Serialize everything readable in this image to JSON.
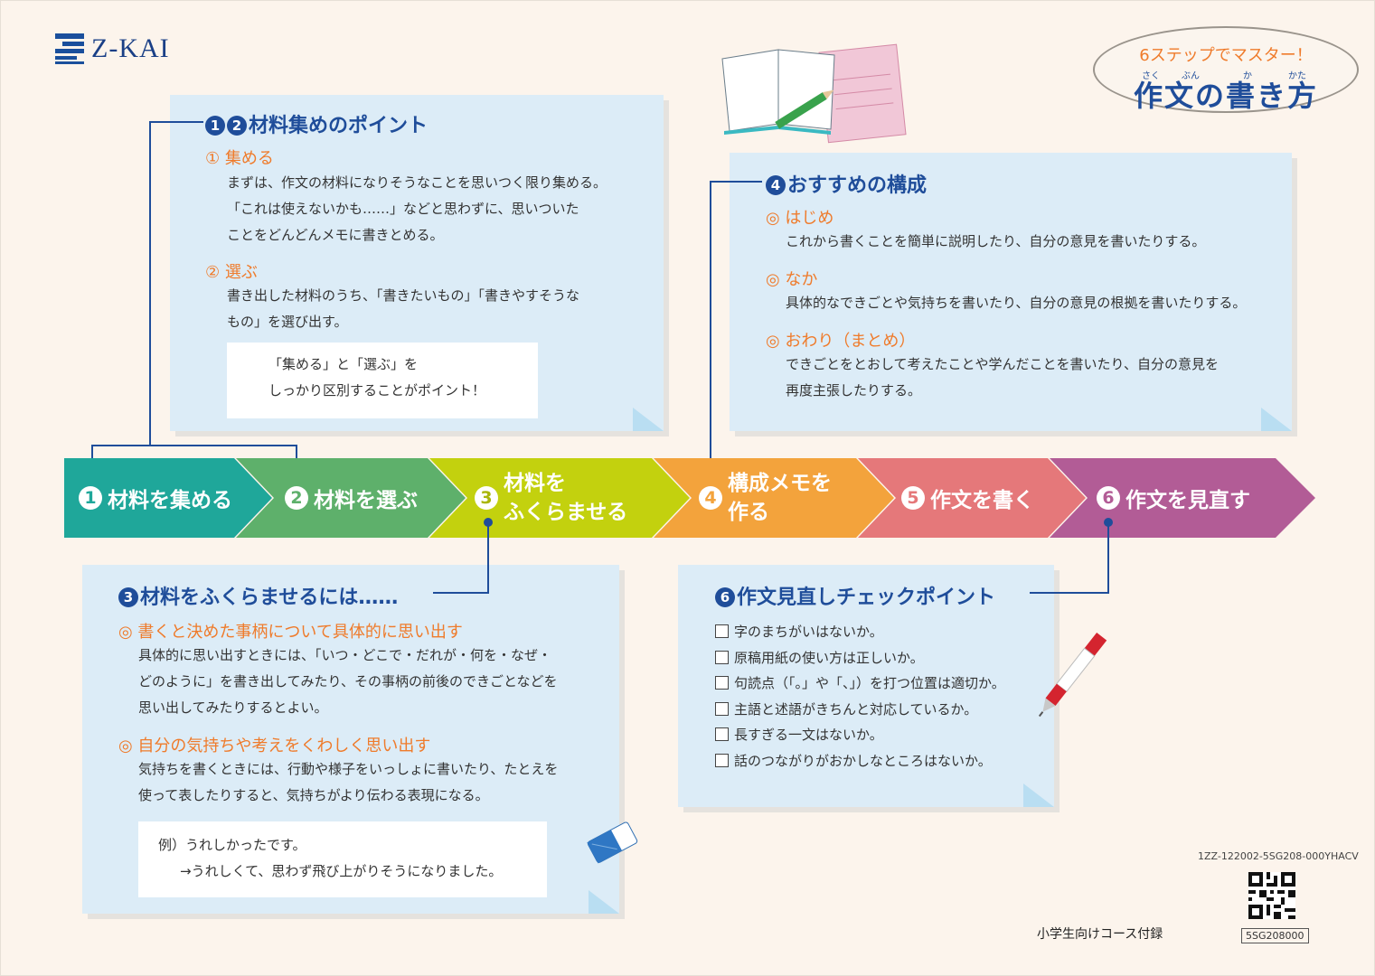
{
  "logo": {
    "text": "Z-KAI"
  },
  "badge": {
    "subtitle": "6ステップでマスター！",
    "title": "作文の書き方",
    "ruby": [
      "さく",
      "ぶん",
      "か",
      "かた"
    ]
  },
  "panel12": {
    "title_nums": [
      "1",
      "2"
    ],
    "title": "材料集めのポイント",
    "h1": "① 集める",
    "p1": [
      "まずは、作文の材料になりそうなことを思いつく限り集める。",
      "「これは使えないかも……」などと思わずに、思いついた",
      "ことをどんどんメモに書きとめる。"
    ],
    "h2": "② 選ぶ",
    "p2": [
      "書き出した材料のうち、「書きたいもの」「書きやすそうな",
      "もの」を選び出す。"
    ],
    "box": [
      "「集める」と「選ぶ」を",
      "しっかり区別することがポイント！"
    ]
  },
  "panel4": {
    "title_num": "4",
    "title": "おすすめの構成",
    "h1": "◎ はじめ",
    "p1": "これから書くことを簡単に説明したり、自分の意見を書いたりする。",
    "h2": "◎ なか",
    "p2": "具体的なできごとや気持ちを書いたり、自分の意見の根拠を書いたりする。",
    "h3": "◎ おわり（まとめ）",
    "p3": [
      "できごとをとおして考えたことや学んだことを書いたり、自分の意見を",
      "再度主張したりする。"
    ]
  },
  "steps": [
    {
      "num": "1",
      "label": "材料を集める"
    },
    {
      "num": "2",
      "label": "材料を選ぶ"
    },
    {
      "num": "3",
      "label": "材料を",
      "label2": "ふくらませる"
    },
    {
      "num": "4",
      "label": "構成メモを",
      "label2": "作る"
    },
    {
      "num": "5",
      "label": "作文を書く"
    },
    {
      "num": "6",
      "label": "作文を見直す"
    }
  ],
  "colors": {
    "step1": "#1fa79a",
    "step2": "#5eb06b",
    "step3": "#c3d10e",
    "step4": "#f3a33c",
    "step5": "#e5787a",
    "step6": "#b25c96",
    "accent": "#ef7b2b",
    "navy": "#1f4d9a",
    "panel": "#dcecf7"
  },
  "panel3": {
    "title_num": "3",
    "title": "材料をふくらませるには……",
    "h1": "◎ 書くと決めた事柄について具体的に思い出す",
    "p1": [
      "具体的に思い出すときには、「いつ・どこで・だれが・何を・なぜ・",
      "どのように」を書き出してみたり、その事柄の前後のできごとなどを",
      "思い出してみたりするとよい。"
    ],
    "h2": "◎ 自分の気持ちや考えをくわしく思い出す",
    "p2": [
      "気持ちを書くときには、行動や様子をいっしょに書いたり、たとえを",
      "使って表したりすると、気持ちがより伝わる表現になる。"
    ],
    "box": [
      "例）うれしかったです。",
      "→うれしくて、思わず飛び上がりそうになりました。"
    ]
  },
  "panel6": {
    "title_num": "6",
    "title": "作文見直しチェックポイント",
    "items": [
      "字のまちがいはないか。",
      "原稿用紙の使い方は正しいか。",
      "句読点（「。」や「、」）を打つ位置は適切か。",
      "主語と述語がきちんと対応しているか。",
      "長すぎる一文はないか。",
      "話のつながりがおかしなところはないか。"
    ]
  },
  "footer": {
    "code": "1ZZ-122002-5SG208-000YHACV",
    "course": "小学生向けコース付録",
    "small_code": "5SG208000"
  }
}
